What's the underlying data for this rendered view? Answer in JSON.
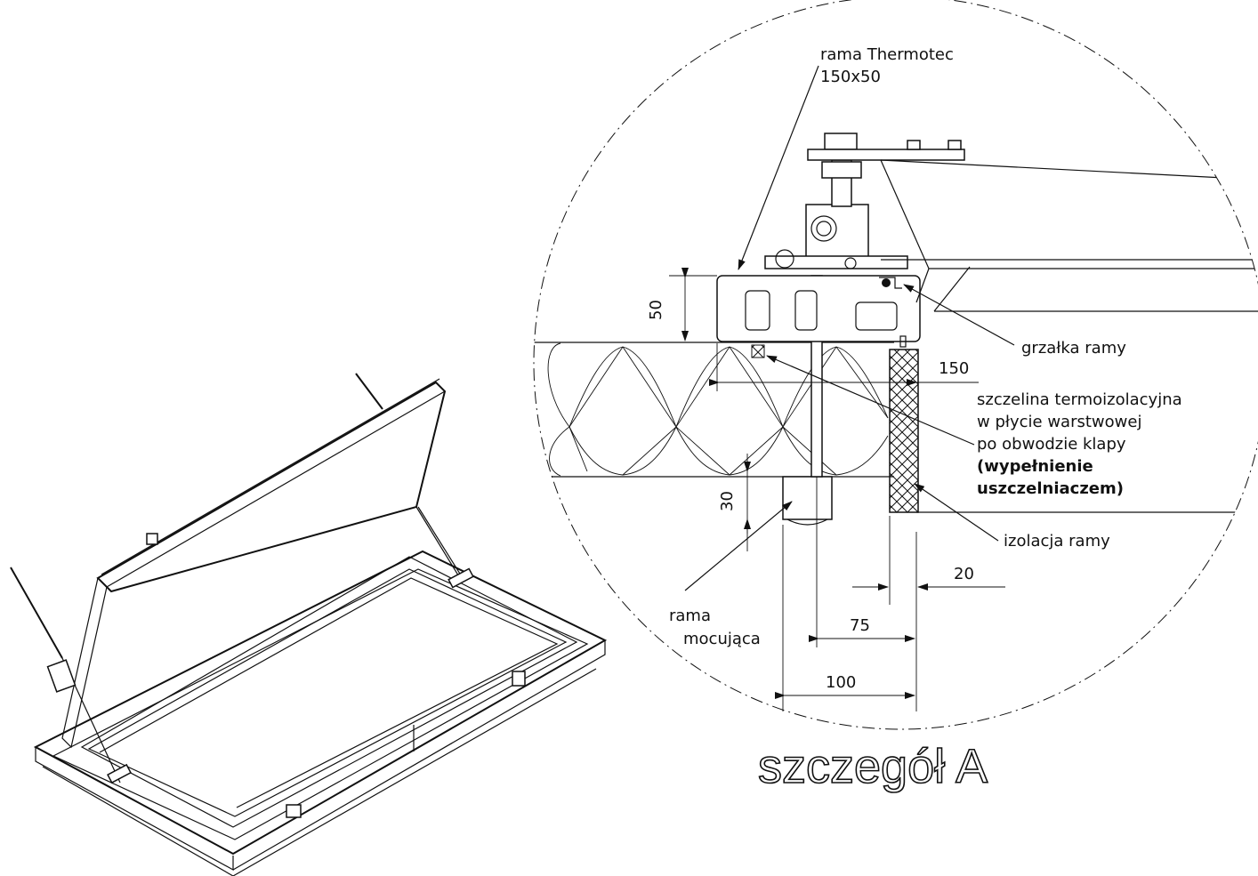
{
  "labels": {
    "frame_name_line1": "rama Thermotec",
    "frame_name_line2": "150x50",
    "heater": "grzałka ramy",
    "gap_line1": "szczelina termoizolacyjna",
    "gap_line2": "w płycie warstwowej",
    "gap_line3": "po obwodzie klapy",
    "gap_line4": "(wypełnienie",
    "gap_line5": "uszczelniaczem)",
    "frame_insulation": "izolacja ramy",
    "mount_frame_line1": "rama",
    "mount_frame_line2": "mocująca",
    "detail_title": "szczegół A"
  },
  "dimensions": {
    "d50": "50",
    "d150": "150",
    "d30": "30",
    "d20": "20",
    "d75": "75",
    "d100": "100"
  }
}
